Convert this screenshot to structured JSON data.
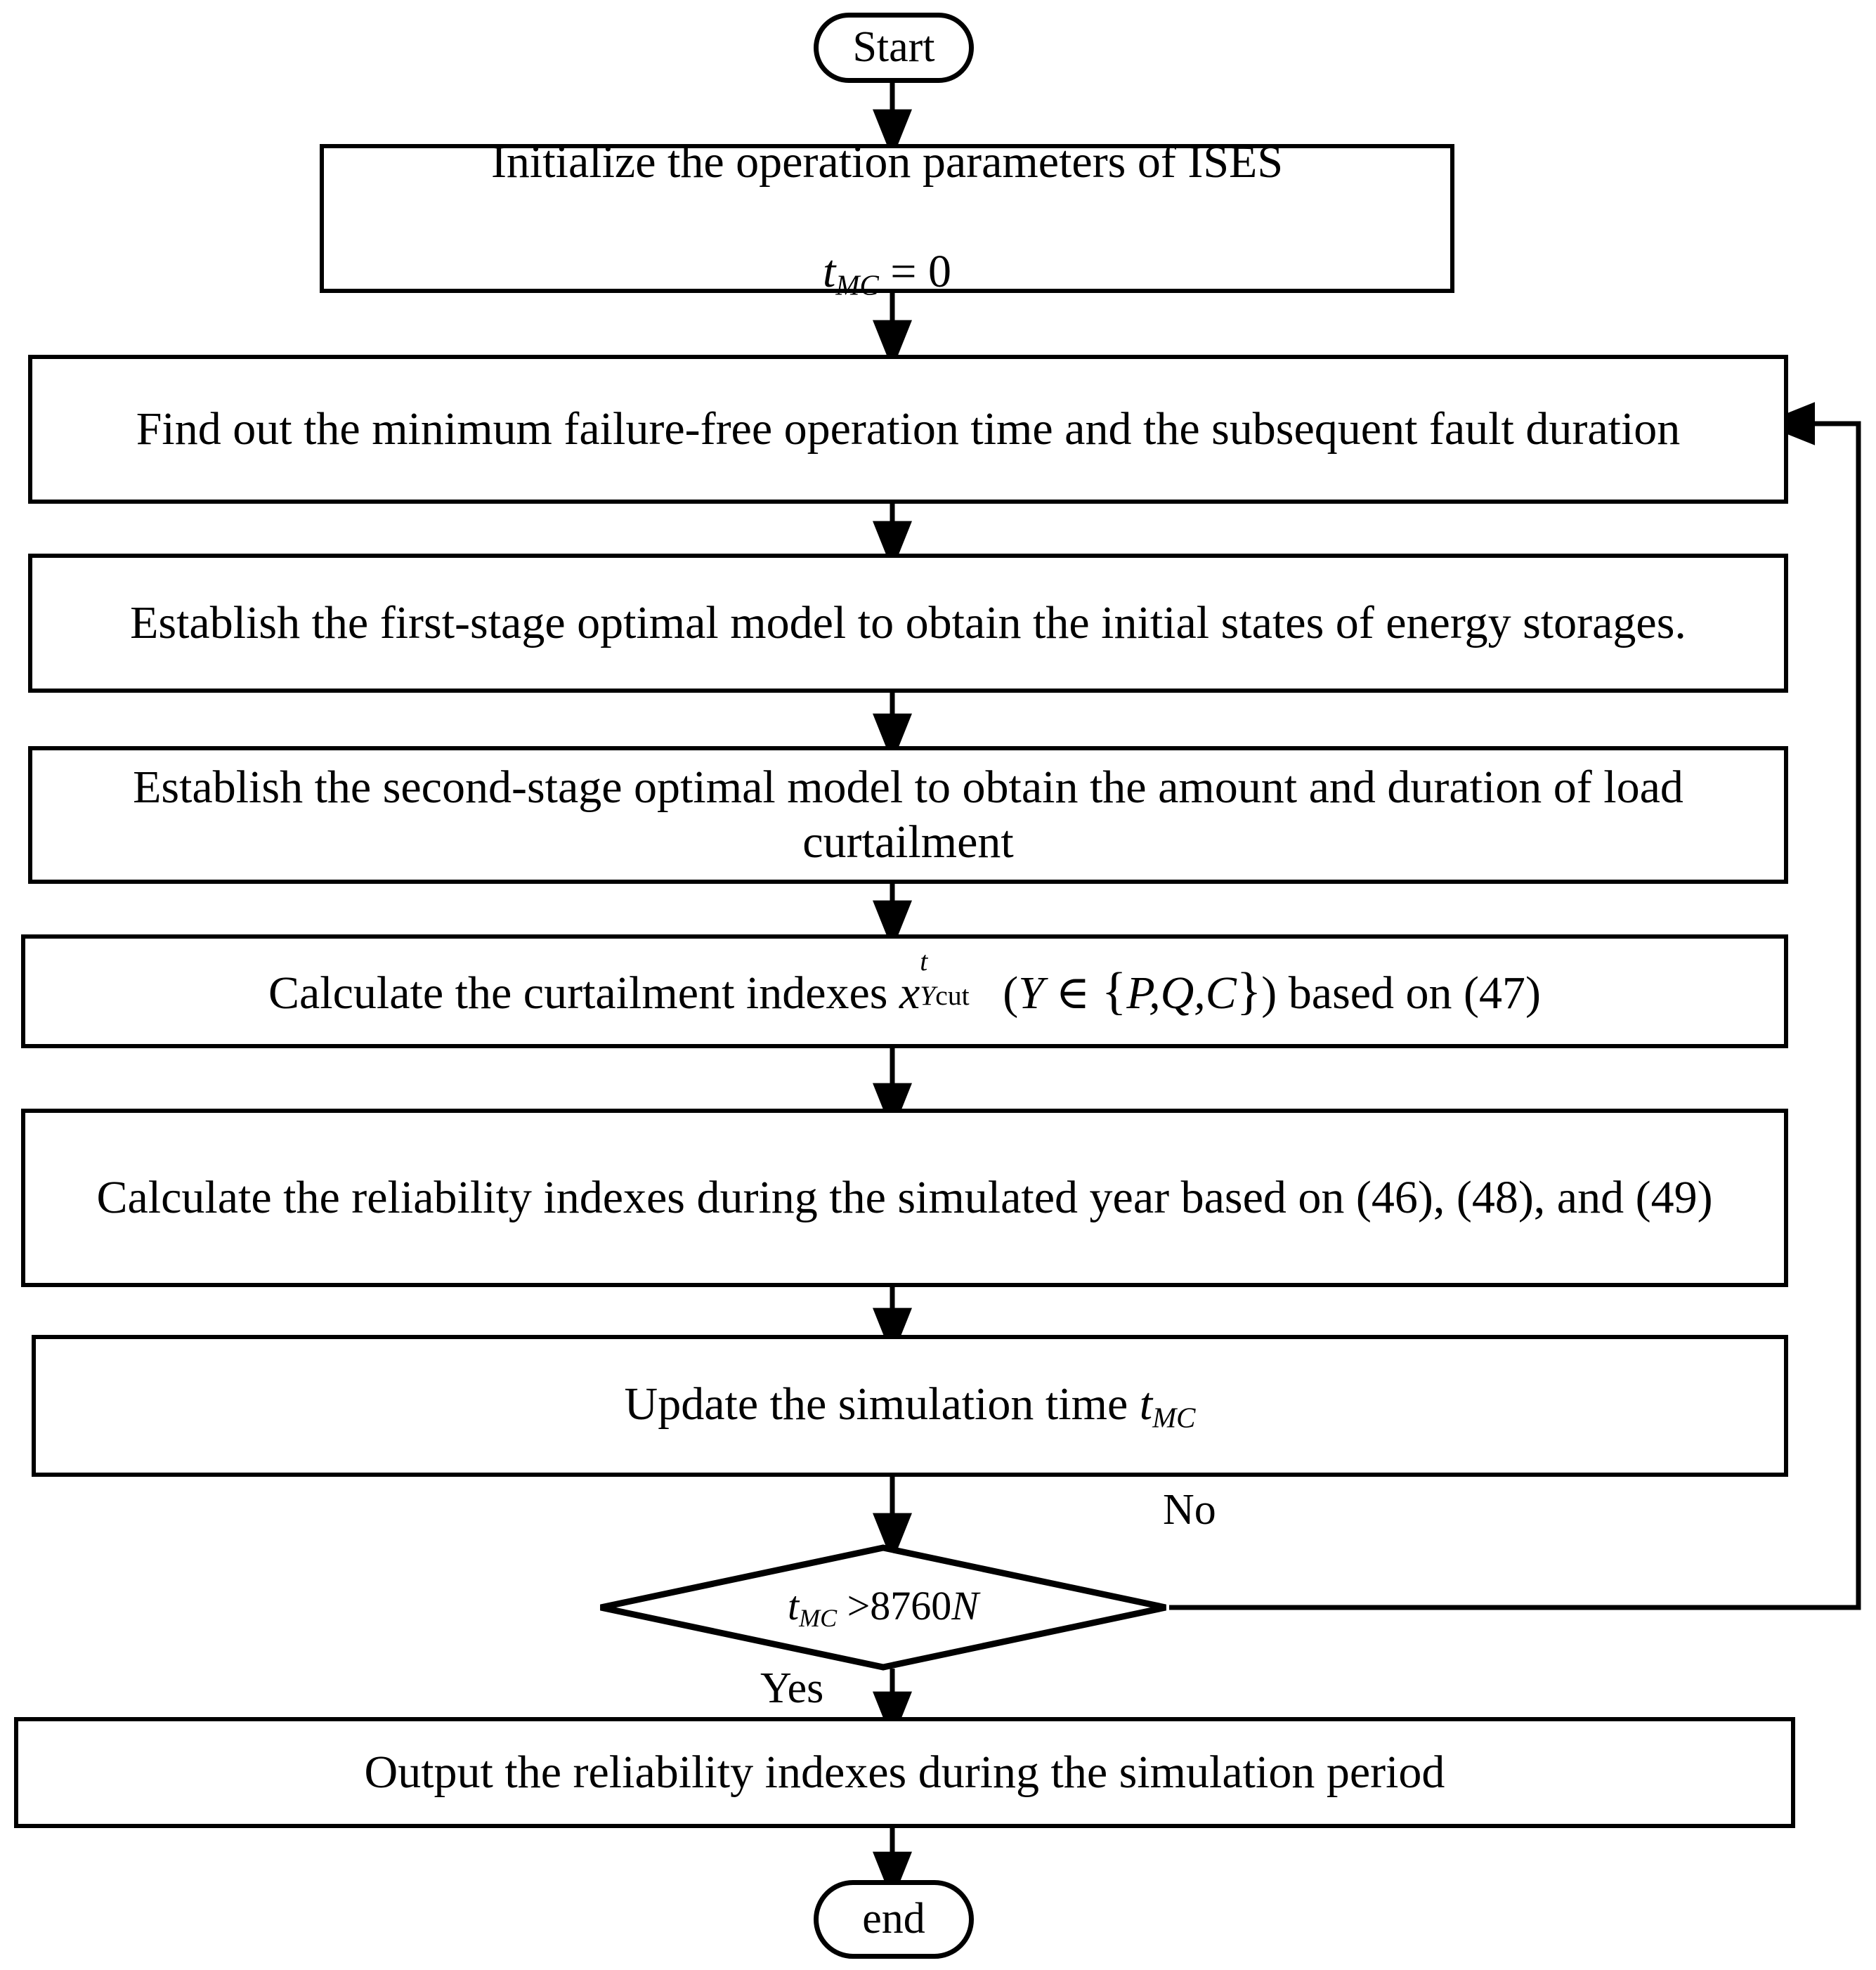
{
  "diagram": {
    "title": "Monte Carlo reliability evaluation flowchart of ISES",
    "type": "flowchart",
    "background_color": "#ffffff",
    "line_color": "#000000",
    "text_color": "#000000"
  },
  "nodes": {
    "start": {
      "shape": "terminator",
      "label": "Start"
    },
    "initialize": {
      "shape": "process",
      "line1": "Initialize the operation parameters of ISES",
      "line2_var": "t",
      "line2_sub": "MC",
      "line2_rest": " = 0"
    },
    "find_min_time": {
      "shape": "process",
      "label": "Find out the minimum failure-free operation time  and the subsequent fault duration"
    },
    "first_stage": {
      "shape": "process",
      "label": "Establish the first-stage optimal model to obtain the initial states of energy storages."
    },
    "second_stage": {
      "shape": "process",
      "label": "Establish the second-stage optimal model to obtain the amount and duration of load curtailment"
    },
    "curtailment_indexes": {
      "shape": "process",
      "prefix": "Calculate the curtailment indexes ",
      "var": "x",
      "sup": "t",
      "sub_italic": "Y",
      "sub_upright": "cut",
      "set_open": "(",
      "set_var": "Y",
      "set_member": " ∈ ",
      "set_brace_open": "{",
      "set_items": "P,Q,C",
      "set_brace_close": "}",
      "set_close": ")",
      "suffix": " based on (47)"
    },
    "reliability_indexes": {
      "shape": "process",
      "label": "Calculate the reliability indexes during the simulated year based on (46), (48), and (49)"
    },
    "update_time": {
      "shape": "process",
      "prefix": "Update the simulation time ",
      "var": "t",
      "sub": "MC"
    },
    "decision": {
      "shape": "diamond",
      "var": "t",
      "sub": "MC",
      "operator": " >",
      "value": "8760",
      "var2": "N"
    },
    "output": {
      "shape": "process",
      "label": "Output the reliability indexes during the simulation period"
    },
    "end": {
      "shape": "terminator",
      "label": "end"
    }
  },
  "edges": {
    "no_label": "No",
    "yes_label": "Yes"
  }
}
